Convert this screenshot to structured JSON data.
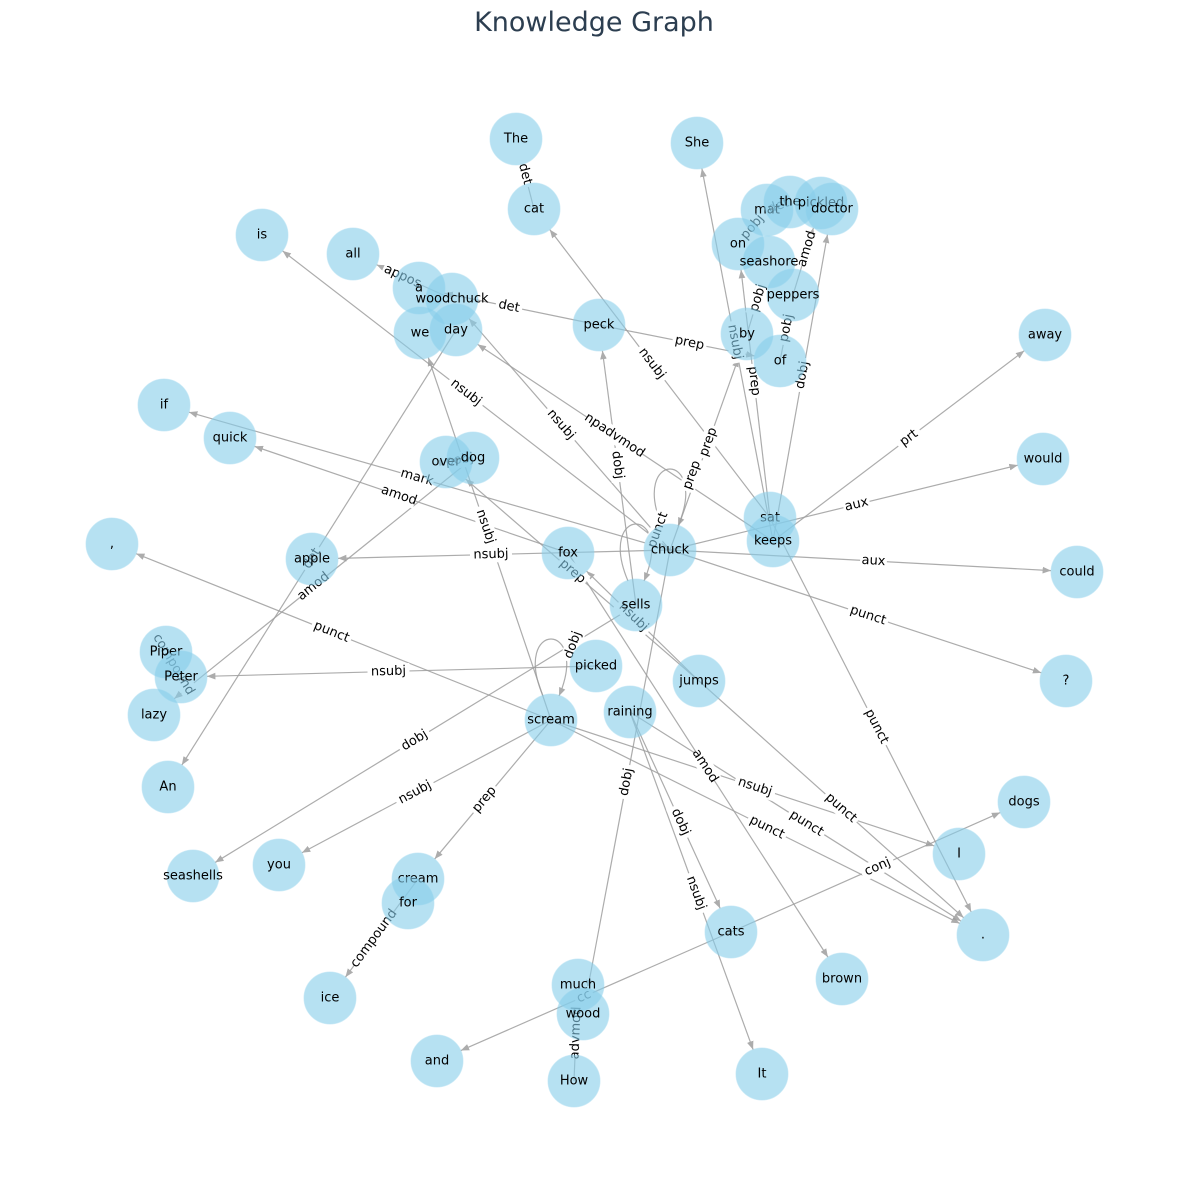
{
  "title": "Knowledge Graph",
  "style": {
    "node_color": "#87ceeb",
    "edge_color": "#9e9e9e",
    "title_color": "#2c3e50"
  },
  "nodes": [
    "The",
    "She",
    "cat",
    "mat",
    "the",
    "pickled",
    "doctor",
    "is",
    "all",
    "on",
    "seashore",
    "peppers",
    "a",
    "woodchuck",
    "we",
    "day",
    "peck",
    "by",
    "of",
    "away",
    "if",
    "quick",
    "over",
    "dog",
    "would",
    "sat",
    "keeps",
    "chuck",
    ",",
    "apple",
    "fox",
    "could",
    "sells",
    "Piper",
    "Peter",
    "picked",
    "jumps",
    "?",
    "lazy",
    "raining",
    "scream",
    "An",
    "dogs",
    "I",
    "seashells",
    "you",
    "cream",
    "for",
    "cats",
    ".",
    "ice",
    "much",
    "wood",
    "brown",
    "and",
    "How",
    "It"
  ],
  "edges": [
    {
      "source": "cat",
      "target": "The",
      "label": "det"
    },
    {
      "source": "sat",
      "target": "cat",
      "label": "nsubj"
    },
    {
      "source": "sat",
      "target": "on",
      "label": "prep"
    },
    {
      "source": "on",
      "target": "mat",
      "label": "pobj"
    },
    {
      "source": "mat",
      "target": "the",
      "label": "det"
    },
    {
      "source": "sat",
      "target": ".",
      "label": "punct"
    },
    {
      "source": "keeps",
      "target": "She",
      "label": "nsubj"
    },
    {
      "source": "keeps",
      "target": "doctor",
      "label": "dobj"
    },
    {
      "source": "peppers",
      "target": "pickled",
      "label": "amod"
    },
    {
      "source": "by",
      "target": "seashore",
      "label": "pobj"
    },
    {
      "source": "of",
      "target": "peppers",
      "label": "pobj"
    },
    {
      "source": "peck",
      "target": "of",
      "label": "prep"
    },
    {
      "source": "peck",
      "target": "a",
      "label": "det"
    },
    {
      "source": "woodchuck",
      "target": "all",
      "label": "appos"
    },
    {
      "source": "chuck",
      "target": "woodchuck",
      "label": "nsubj"
    },
    {
      "source": "chuck",
      "target": "is",
      "label": "nsubj"
    },
    {
      "source": "chuck",
      "target": "if",
      "label": "mark"
    },
    {
      "source": "chuck",
      "target": "chuck",
      "label": "prep"
    },
    {
      "source": "chuck",
      "target": "would",
      "label": "aux"
    },
    {
      "source": "chuck",
      "target": "could",
      "label": "aux"
    },
    {
      "source": "chuck",
      "target": "?",
      "label": "punct"
    },
    {
      "source": "chuck",
      "target": "by",
      "label": "prep"
    },
    {
      "source": "chuck",
      "target": "apple",
      "label": "nsubj"
    },
    {
      "source": "keeps",
      "target": "away",
      "label": "prt"
    },
    {
      "source": "keeps",
      "target": "day",
      "label": "npadvmod"
    },
    {
      "source": "fox",
      "target": "quick",
      "label": "amod"
    },
    {
      "source": "jumps",
      "target": "fox",
      "label": "nsubj"
    },
    {
      "source": "jumps",
      "target": "over",
      "label": "prep"
    },
    {
      "source": "over",
      "target": "dog",
      "label": "pobj"
    },
    {
      "source": "dog",
      "target": "lazy",
      "label": "amod"
    },
    {
      "source": "day",
      "target": "An",
      "label": "det"
    },
    {
      "source": "sells",
      "target": "seashells",
      "label": "dobj"
    },
    {
      "source": "sells",
      "target": "peck",
      "label": "dobj"
    },
    {
      "source": "picked",
      "target": "Peter",
      "label": "nsubj"
    },
    {
      "source": "Peter",
      "target": "Piper",
      "label": "compound"
    },
    {
      "source": "scream",
      "target": ",",
      "label": "punct"
    },
    {
      "source": "scream",
      "target": "you",
      "label": "nsubj"
    },
    {
      "source": "scream",
      "target": "cream",
      "label": "prep"
    },
    {
      "source": "scream",
      "target": "scream",
      "label": "dobj"
    },
    {
      "source": "scream",
      "target": "I",
      "label": "nsubj"
    },
    {
      "source": "scream",
      "target": "we",
      "label": "nsubj"
    },
    {
      "source": "scream",
      "target": ".",
      "label": "punct"
    },
    {
      "source": "cream",
      "target": "ice",
      "label": "compound"
    },
    {
      "source": "raining",
      "target": "cats",
      "label": "dobj"
    },
    {
      "source": "raining",
      "target": "It",
      "label": "nsubj"
    },
    {
      "source": "raining",
      "target": ".",
      "label": "punct"
    },
    {
      "source": "cats",
      "target": "dogs",
      "label": "conj"
    },
    {
      "source": "cats",
      "target": "and",
      "label": "cc"
    },
    {
      "source": "fox",
      "target": "brown",
      "label": "amod"
    },
    {
      "source": "How",
      "target": "much",
      "label": "advmod"
    },
    {
      "source": "chuck",
      "target": "wood",
      "label": "dobj"
    },
    {
      "source": "sells",
      "target": "sells",
      "label": "punct"
    },
    {
      "source": "jumps",
      "target": ".",
      "label": "punct"
    }
  ]
}
